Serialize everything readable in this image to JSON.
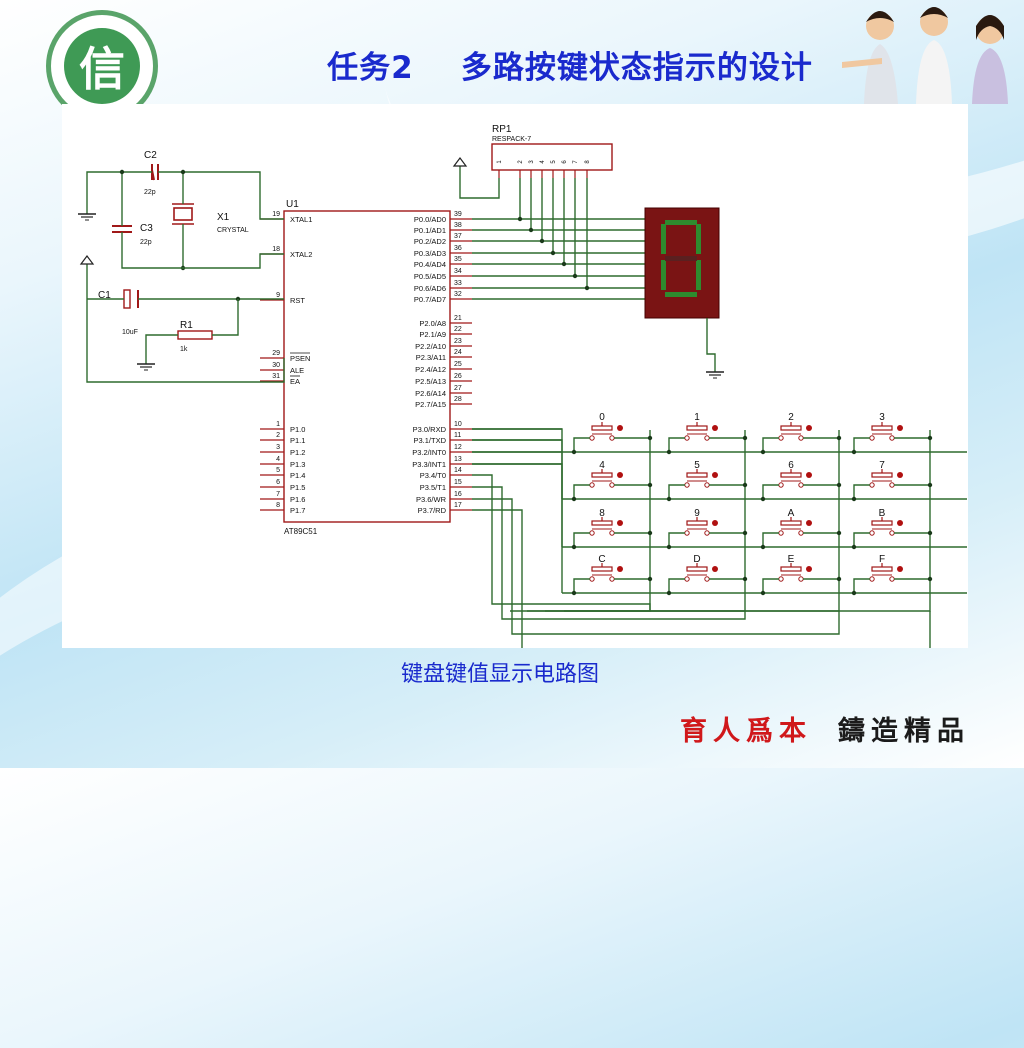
{
  "slide": {
    "title": "任务2    多路按键状态指示的设计",
    "caption": "键盘键值显示电路图",
    "slogan_left": "育人爲本",
    "slogan_right": "鑄造精品",
    "logo_char": "信"
  },
  "circuit": {
    "rp1_label": "RP1",
    "rp1_part": "RESPACK-7",
    "rp1_pins": [
      "1",
      "2",
      "3",
      "4",
      "5",
      "6",
      "7",
      "8"
    ],
    "u1_label": "U1",
    "u1_part": "AT89C51",
    "c2_label": "C2",
    "c2_value": "22p",
    "c3_label": "C3",
    "c3_value": "22p",
    "x1_label": "X1",
    "x1_part": "CRYSTAL",
    "c1_label": "C1",
    "c1_value": "10uF",
    "r1_label": "R1",
    "r1_value": "1k",
    "left_pins": [
      {
        "num": "19",
        "name": "XTAL1"
      },
      {
        "num": "18",
        "name": "XTAL2"
      },
      {
        "num": "9",
        "name": "RST"
      },
      {
        "num": "29",
        "name": "PSEN"
      },
      {
        "num": "30",
        "name": "ALE"
      },
      {
        "num": "31",
        "name": "EA"
      },
      {
        "num": "1",
        "name": "P1.0"
      },
      {
        "num": "2",
        "name": "P1.1"
      },
      {
        "num": "3",
        "name": "P1.2"
      },
      {
        "num": "4",
        "name": "P1.3"
      },
      {
        "num": "5",
        "name": "P1.4"
      },
      {
        "num": "6",
        "name": "P1.5"
      },
      {
        "num": "7",
        "name": "P1.6"
      },
      {
        "num": "8",
        "name": "P1.7"
      }
    ],
    "p0_pins": [
      {
        "num": "39",
        "name": "P0.0/AD0"
      },
      {
        "num": "38",
        "name": "P0.1/AD1"
      },
      {
        "num": "37",
        "name": "P0.2/AD2"
      },
      {
        "num": "36",
        "name": "P0.3/AD3"
      },
      {
        "num": "35",
        "name": "P0.4/AD4"
      },
      {
        "num": "34",
        "name": "P0.5/AD5"
      },
      {
        "num": "33",
        "name": "P0.6/AD6"
      },
      {
        "num": "32",
        "name": "P0.7/AD7"
      }
    ],
    "p2_pins": [
      {
        "num": "21",
        "name": "P2.0/A8"
      },
      {
        "num": "22",
        "name": "P2.1/A9"
      },
      {
        "num": "23",
        "name": "P2.2/A10"
      },
      {
        "num": "24",
        "name": "P2.3/A11"
      },
      {
        "num": "25",
        "name": "P2.4/A12"
      },
      {
        "num": "26",
        "name": "P2.5/A13"
      },
      {
        "num": "27",
        "name": "P2.6/A14"
      },
      {
        "num": "28",
        "name": "P2.7/A15"
      }
    ],
    "p3_pins": [
      {
        "num": "10",
        "name": "P3.0/RXD"
      },
      {
        "num": "11",
        "name": "P3.1/TXD"
      },
      {
        "num": "12",
        "name": "P3.2/INT0"
      },
      {
        "num": "13",
        "name": "P3.3/INT1"
      },
      {
        "num": "14",
        "name": "P3.4/T0"
      },
      {
        "num": "15",
        "name": "P3.5/T1"
      },
      {
        "num": "16",
        "name": "P3.6/WR"
      },
      {
        "num": "17",
        "name": "P3.7/RD"
      }
    ],
    "keys": [
      "0",
      "1",
      "2",
      "3",
      "4",
      "5",
      "6",
      "7",
      "8",
      "9",
      "A",
      "B",
      "C",
      "D",
      "E",
      "F"
    ],
    "colors": {
      "wire": "#2f6b2f",
      "part": "#a01818",
      "pin_label": "#1a1aa0",
      "seg_bg": "#7a1414",
      "seg_on": "#2e8b2e",
      "seg_off": "#5a2020"
    }
  }
}
